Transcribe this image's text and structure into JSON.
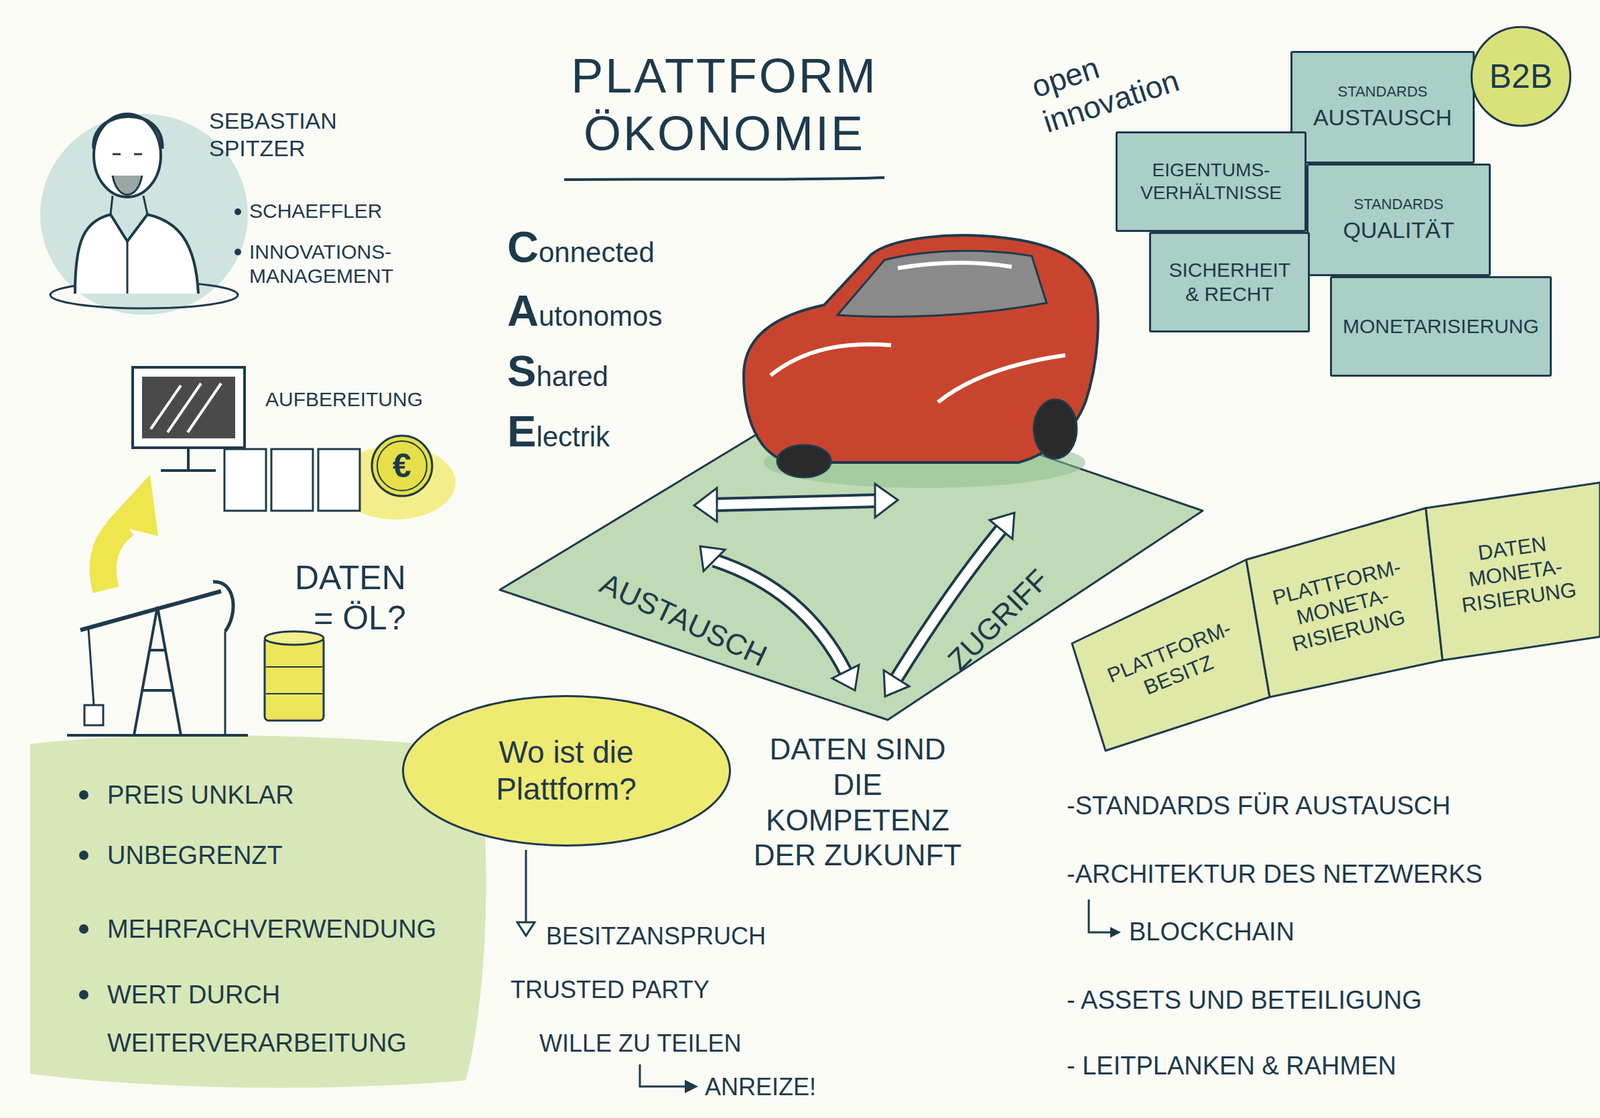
{
  "diagram": {
    "title": "PLATTFORM ÖKONOMIE",
    "nodes": [
      {
        "text": [
          "STANDARDS",
          "AUSTAUSCH"
        ]
      },
      {
        "text": [
          "B2B"
        ]
      },
      {
        "text": [
          "EIGENTUMS- VERHÄLTNISSE"
        ]
      },
      {
        "text": [
          "STANDARDS",
          "QUALITÄT"
        ]
      },
      {
        "text": [
          "SICHERHEIT & RECHT"
        ]
      },
      {
        "text": [
          "MONETARISIERUNG"
        ]
      },
      {
        "text": [
          "AUSTAUSCH",
          "ZUGRIFF"
        ]
      },
      {
        "text": [
          "PLATTFORM- BESITZ"
        ]
      },
      {
        "text": [
          "PLATTFORM- MONETA- RISIERUNG"
        ]
      },
      {
        "text": [
          "DATEN MONETA- RISIERUNG"
        ]
      },
      {
        "text": [
          "Wo ist die Plattform?"
        ]
      }
    ],
    "labels": [
      "SEBASTIAN SPITZER",
      "SCHAEFFLER",
      "INNOVATIONS- MANAGEMENT",
      "AUFBEREITUNG",
      "€",
      "DATEN = ÖL?",
      "PREIS UNKLAR",
      "UNBEGRENZT",
      "MEHRFACHVERWENDUNG",
      "WERT DURCH WEITERVERARBEITUNG",
      "Connected",
      "Autonomos",
      "Shared",
      "Electrik",
      "open innovation",
      "DATEN SIND DIE KOMPETENZ DER ZUKUNFT",
      "BESITZANSPRUCH",
      "TRUSTED PARTY",
      "WILLE ZU TEILEN",
      "ANREIZE!",
      "-STANDARDS FÜR AUSTAUSCH",
      "-ARCHITEKTUR DES NETZWERKS",
      "BLOCKCHAIN",
      "- ASSETS UND BETEILIGUNG",
      "- LEITPLANKEN & RAHMEN"
    ]
  }
}
